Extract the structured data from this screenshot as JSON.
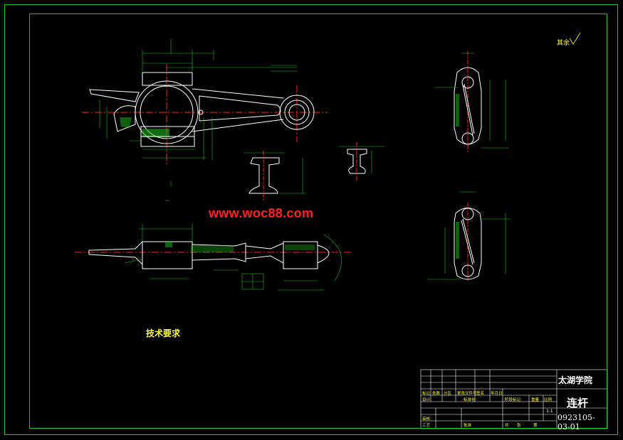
{
  "watermark": "www.woc88.com",
  "roughness_note": "其余",
  "technical_requirements": {
    "title": "技术要求"
  },
  "title_block": {
    "school": "太湖学院",
    "part_name": "连杆",
    "drawing_number": "0923105-03-01",
    "scale": "1:1",
    "row_labels": {
      "mark": "标记",
      "count": "处数",
      "zone": "分区",
      "change_doc": "更改文件号",
      "signature": "签名",
      "date": "年月日",
      "design": "设计",
      "standardize": "标准化",
      "stage_mark": "阶段标记",
      "weight": "重量",
      "ratio": "比例",
      "review": "审核",
      "craft": "工艺",
      "approve": "批准",
      "sheets_total": "共",
      "sheet": "张",
      "sheet_no": "第"
    }
  },
  "colors": {
    "frame": "#1fbf1f",
    "geometry": "#ffffff",
    "dimension": "#1fbf1f",
    "centerline": "#ff2020",
    "text": "#ffff30",
    "hatch": "#1fbf1f"
  },
  "icons": {
    "roughness_symbol": "surface-roughness-icon"
  }
}
